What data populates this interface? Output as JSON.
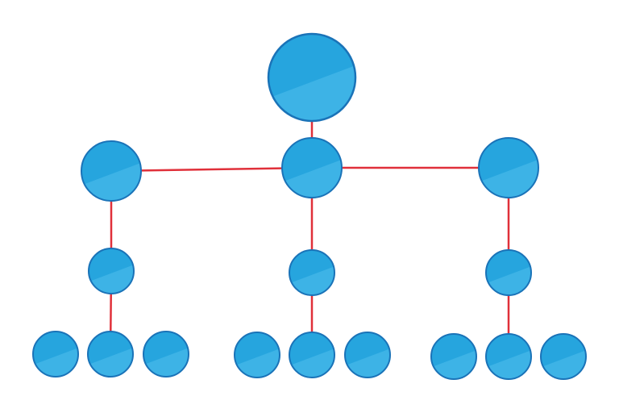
{
  "colors": {
    "background": "#ffffff",
    "node_fill_light": "#3db3e6",
    "node_fill_dark": "#26a5de",
    "node_stroke": "#1a73b8",
    "connector": "#e0303a"
  },
  "diagram": {
    "structure": "hierarchy-tree",
    "levels": 4,
    "nodes": [
      {
        "id": "root",
        "level": 0,
        "parent": null
      },
      {
        "id": "branch-left",
        "level": 1,
        "parent": "root"
      },
      {
        "id": "branch-center",
        "level": 1,
        "parent": "root"
      },
      {
        "id": "branch-right",
        "level": 1,
        "parent": "root"
      },
      {
        "id": "mid-left",
        "level": 2,
        "parent": "branch-left"
      },
      {
        "id": "mid-center",
        "level": 2,
        "parent": "branch-center"
      },
      {
        "id": "mid-right",
        "level": 2,
        "parent": "branch-right"
      },
      {
        "id": "leaf-left-1",
        "level": 3,
        "parent": null
      },
      {
        "id": "leaf-left-2",
        "level": 3,
        "parent": "mid-left"
      },
      {
        "id": "leaf-left-3",
        "level": 3,
        "parent": null
      },
      {
        "id": "leaf-center-1",
        "level": 3,
        "parent": null
      },
      {
        "id": "leaf-center-2",
        "level": 3,
        "parent": "mid-center"
      },
      {
        "id": "leaf-center-3",
        "level": 3,
        "parent": null
      },
      {
        "id": "leaf-right-1",
        "level": 3,
        "parent": null
      },
      {
        "id": "leaf-right-2",
        "level": 3,
        "parent": "mid-right"
      },
      {
        "id": "leaf-right-3",
        "level": 3,
        "parent": null
      }
    ],
    "connectors": [
      {
        "id": "root-to-center",
        "from": "root",
        "to": "branch-center"
      },
      {
        "id": "left-to-center",
        "from": "branch-left",
        "to": "branch-center"
      },
      {
        "id": "center-to-right",
        "from": "branch-center",
        "to": "branch-right"
      },
      {
        "id": "left-to-mid",
        "from": "branch-left",
        "to": "mid-left"
      },
      {
        "id": "center-to-mid",
        "from": "branch-center",
        "to": "mid-center"
      },
      {
        "id": "right-to-mid",
        "from": "branch-right",
        "to": "mid-right"
      },
      {
        "id": "mid-left-to-leaf",
        "from": "mid-left",
        "to": "leaf-left-2"
      },
      {
        "id": "mid-center-to-leaf",
        "from": "mid-center",
        "to": "leaf-center-2"
      },
      {
        "id": "mid-right-to-leaf",
        "from": "mid-right",
        "to": "leaf-right-2"
      }
    ]
  }
}
